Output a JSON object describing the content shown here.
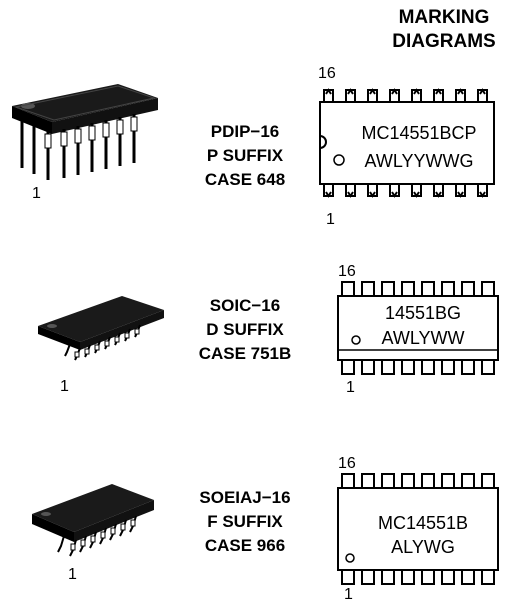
{
  "heading": {
    "line1": "MARKING",
    "line2": "DIAGRAMS"
  },
  "packages": [
    {
      "name": "PDIP−16",
      "suffix": "P SUFFIX",
      "case": "CASE 648",
      "pin_one_label": "1",
      "marking": {
        "top_pin": "16",
        "bottom_pin": "1",
        "line1": "MC14551BCP",
        "line2": "AWLYYWWG"
      }
    },
    {
      "name": "SOIC−16",
      "suffix": "D SUFFIX",
      "case": "CASE 751B",
      "pin_one_label": "1",
      "marking": {
        "top_pin": "16",
        "bottom_pin": "1",
        "line1": "14551BG",
        "line2": "AWLYWW"
      }
    },
    {
      "name": "SOEIAJ−16",
      "suffix": "F SUFFIX",
      "case": "CASE 966",
      "pin_one_label": "1",
      "marking": {
        "top_pin": "16",
        "bottom_pin": "1",
        "line1": "MC14551B",
        "line2": "ALYWG"
      }
    }
  ]
}
